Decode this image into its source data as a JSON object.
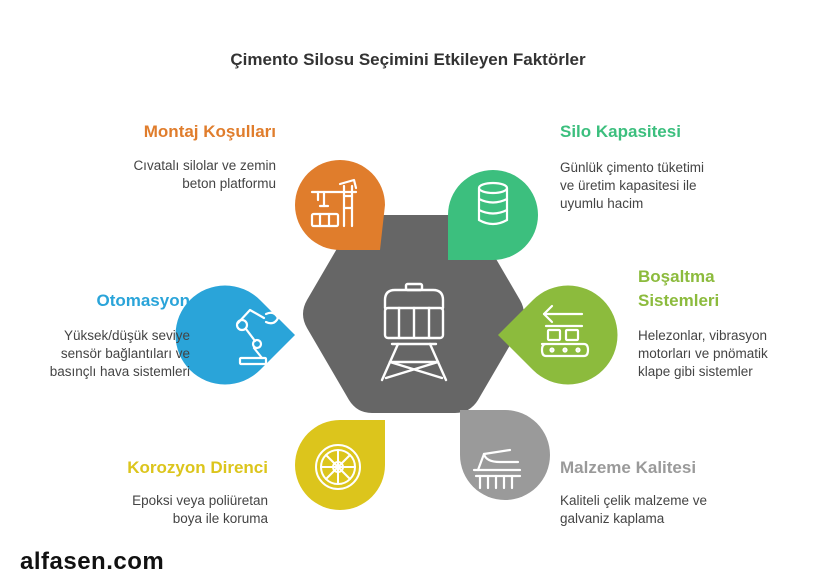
{
  "title": "Çimento Silosu Seçimini Etkileyen Faktörler",
  "center_icon": "silo-tower-icon",
  "factors": [
    {
      "title": "Montaj Koşulları",
      "lines": [
        "Cıvatalı silolar ve zemin",
        "beton platformu"
      ],
      "color": "#e07d2c",
      "icon": "crane-icon"
    },
    {
      "title": "Silo Kapasitesi",
      "lines": [
        "Günlük çimento tüketimi",
        "ve üretim kapasitesi ile",
        "uyumlu hacim"
      ],
      "color": "#3cbf7e",
      "icon": "database-cylinder-icon"
    },
    {
      "title": "Otomasyon",
      "lines": [
        "Yüksek/düşük seviye",
        "sensör bağlantıları ve",
        "basınçlı hava sistemleri"
      ],
      "color": "#2aa4d9",
      "icon": "robot-arm-icon"
    },
    {
      "title_lines": [
        "Boşaltma",
        "Sistemleri"
      ],
      "lines": [
        "Helezonlar, vibrasyon",
        "motorları ve pnömatik",
        "klape gibi sistemler"
      ],
      "color": "#8cbb3d",
      "icon": "conveyor-unload-icon"
    },
    {
      "title": "Korozyon Direnci",
      "lines": [
        "Epoksi veya poliüretan",
        "boya ile koruma"
      ],
      "color": "#dcc51c",
      "icon": "protective-wheel-icon"
    },
    {
      "title": "Malzeme Kalitesi",
      "lines": [
        "Kaliteli çelik malzeme ve",
        "galvaniz kaplama"
      ],
      "color": "#9a9a9a",
      "icon": "steel-rail-icon"
    }
  ],
  "brand": "alfasen.com"
}
